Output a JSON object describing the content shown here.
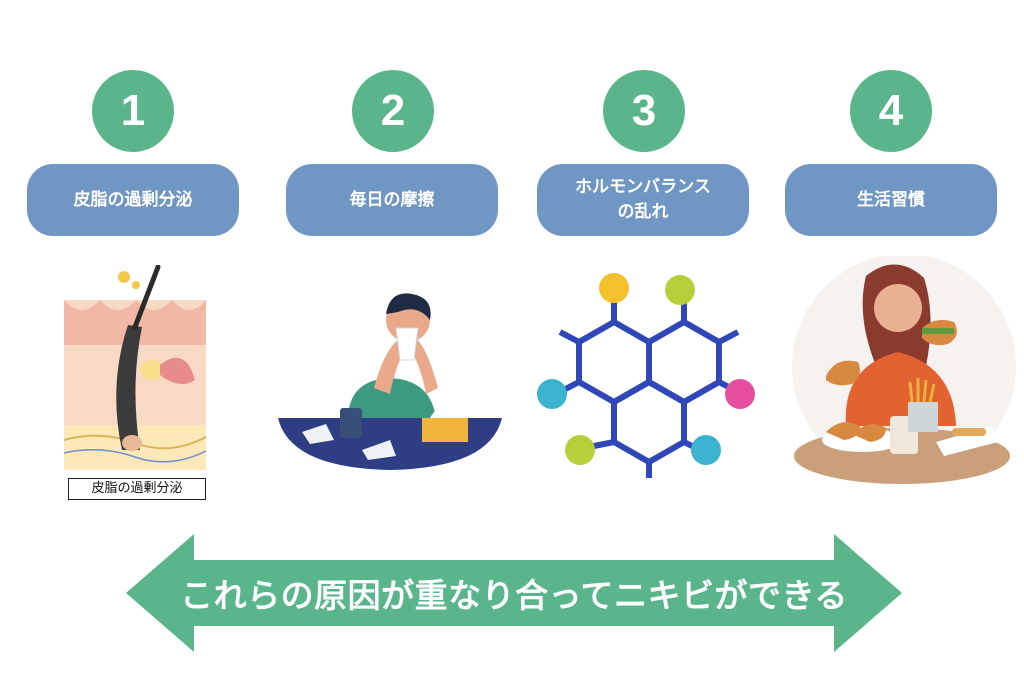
{
  "steps": [
    {
      "number": "1",
      "label": "皮脂の過剰分泌"
    },
    {
      "number": "2",
      "label": "毎日の摩擦"
    },
    {
      "number": "3",
      "label": "ホルモンバランス\nの乱れ"
    },
    {
      "number": "4",
      "label": "生活習慣"
    }
  ],
  "illustration_caption": "皮脂の過剰分泌",
  "arrow_text": "これらの原因が重なり合ってニキビができる",
  "colors": {
    "circle": "#5bb58a",
    "pill": "#7097c4",
    "arrow": "#5bb58a"
  }
}
